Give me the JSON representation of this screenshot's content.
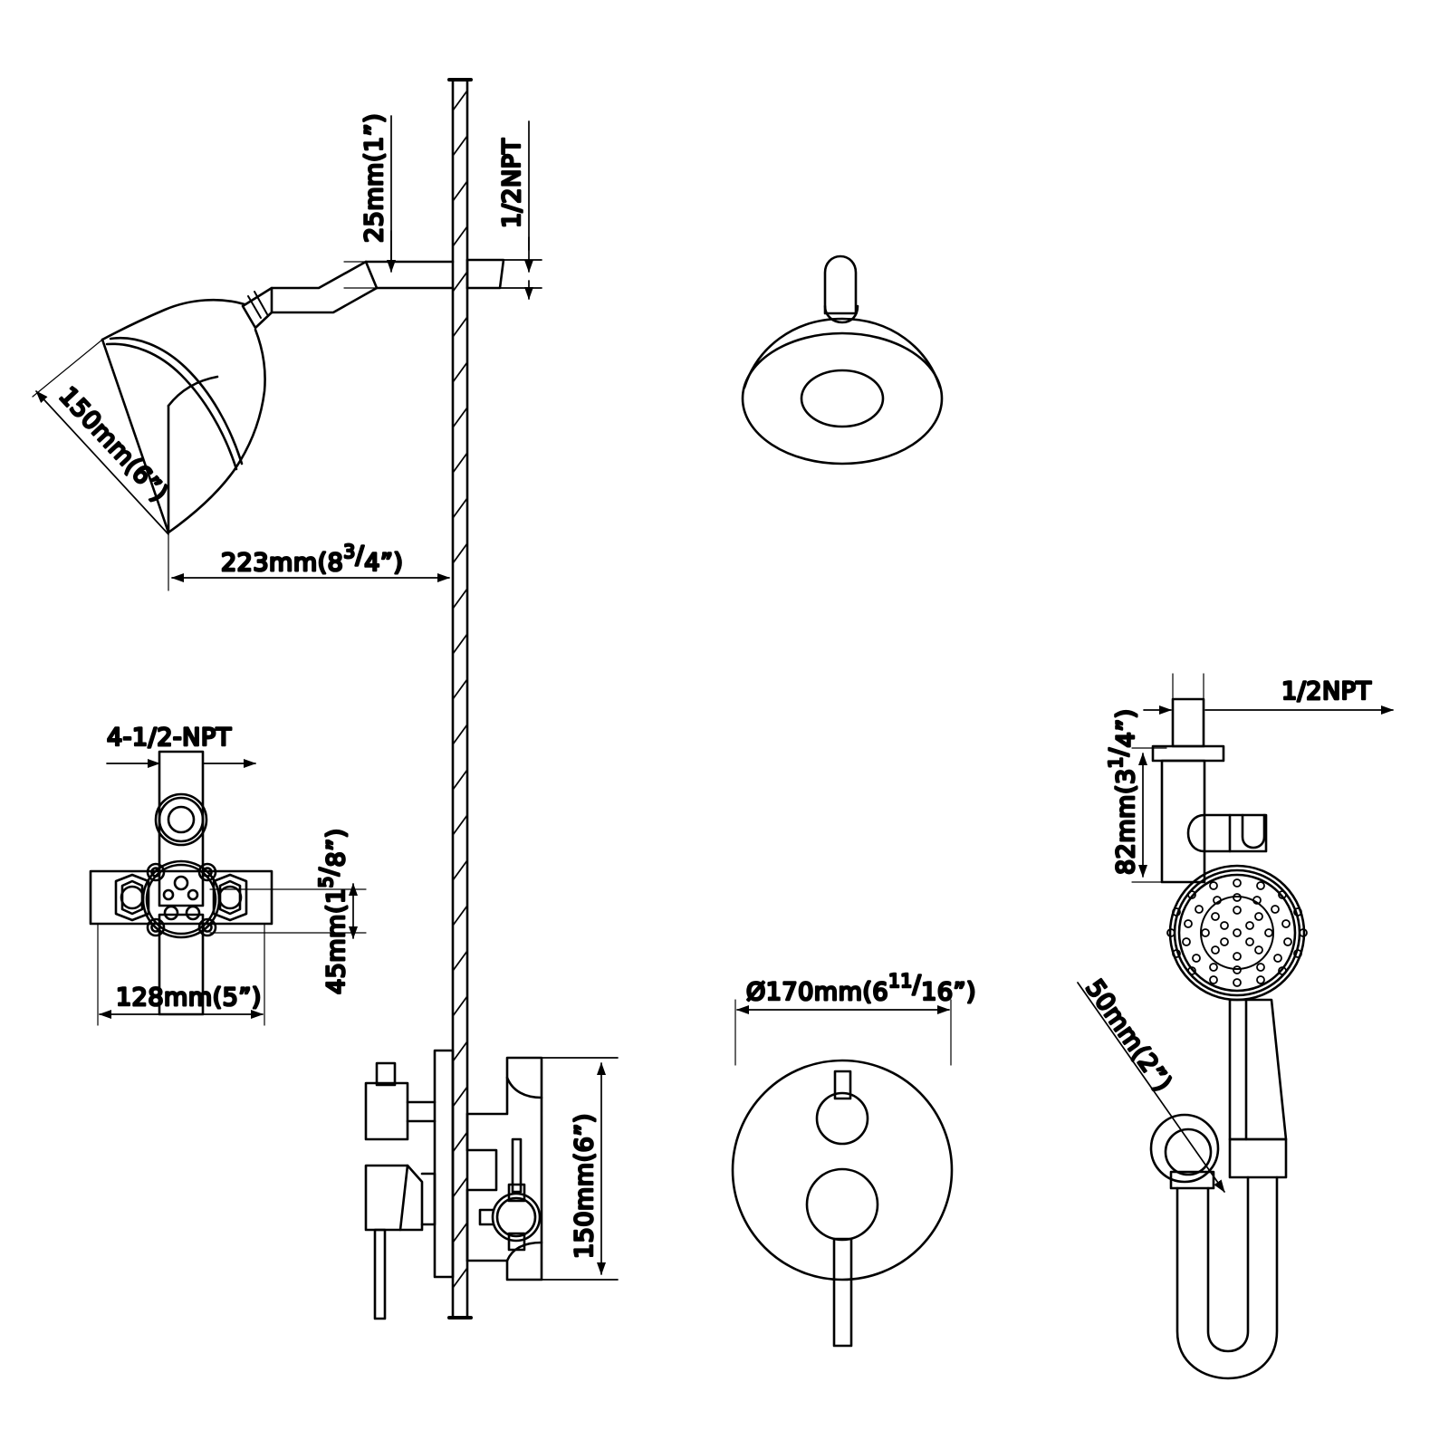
{
  "drawing": {
    "title": "Shower system technical dimension drawing",
    "type": "engineering-line-drawing",
    "background": "#ffffff",
    "line_color": "#000000"
  },
  "views": {
    "shower_head_side": {
      "name": "Wall-mount shower head, side elevation",
      "labels": {
        "arm_rise": "25mm(1”)",
        "inlet_thread": "1/2NPT",
        "head_diameter": "150mm(6”)",
        "projection_whole": "223mm(8",
        "projection_num": "3",
        "projection_den": "4”)"
      }
    },
    "shower_head_face": {
      "name": "Shower head, face view",
      "labels": {}
    },
    "rough_in_valve": {
      "name": "Rough-in valve body, front view",
      "labels": {
        "port_callout": "4-1/2-NPT",
        "width": "128mm(5”)",
        "offset_whole": "45mm(1",
        "offset_num": "5",
        "offset_den": "8”)"
      }
    },
    "valve_section": {
      "name": "Valve assembly in wall, section view",
      "labels": {
        "height": "150mm(6”)"
      }
    },
    "trim_plate": {
      "name": "Round trim plate with diverter and lever",
      "labels": {
        "diameter_whole": "Ø170mm(6",
        "diameter_num": "11",
        "diameter_den": "16”)"
      }
    },
    "hand_shower": {
      "name": "Hand shower with wall supply elbow, holder and hose",
      "labels": {
        "supply_thread": "1/2NPT",
        "bracket_height_whole": "82mm(3",
        "bracket_height_num": "1",
        "bracket_height_den": "4”)",
        "hose_fitting": "50mm(2”)"
      }
    }
  }
}
